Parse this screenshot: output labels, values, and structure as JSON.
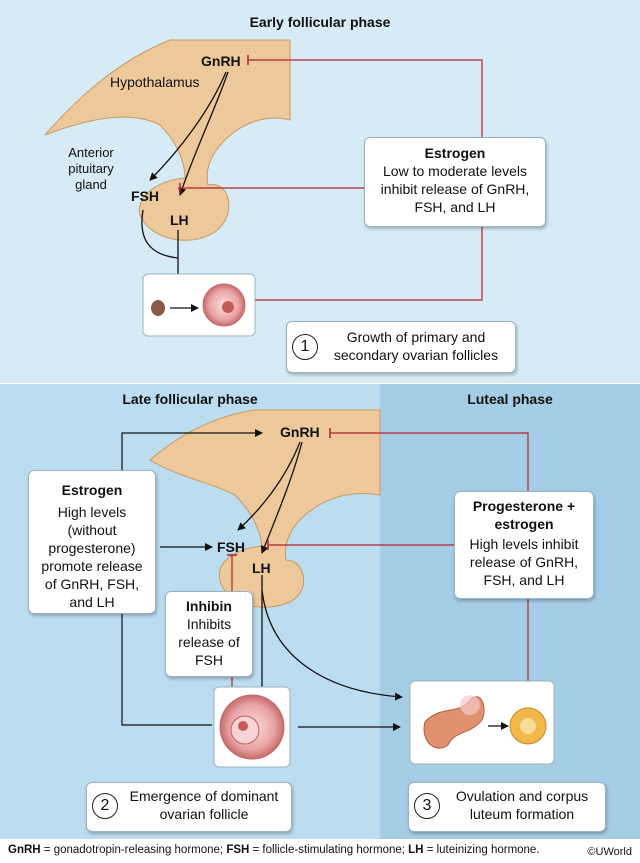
{
  "panels": {
    "early": {
      "title": "Early follicular phase",
      "gnrh": "GnRH",
      "hypothalamus": "Hypothalamus",
      "pituitary": "Anterior pituitary gland",
      "fsh": "FSH",
      "lh": "LH",
      "estrogen_title": "Estrogen",
      "estrogen_text": "Low to moderate levels inhibit release of GnRH, FSH, and LH",
      "step_number": "1",
      "step_text": "Growth of primary and secondary ovarian follicles"
    },
    "late": {
      "title": "Late follicular phase",
      "gnrh": "GnRH",
      "fsh": "FSH",
      "lh": "LH",
      "estrogen_title": "Estrogen",
      "estrogen_text": "High levels (without progesterone) promote release of GnRH, FSH, and LH",
      "inhibin_title": "Inhibin",
      "inhibin_text": "Inhibits release of FSH",
      "step_number": "2",
      "step_text": "Emergence of dominant ovarian follicle"
    },
    "luteal": {
      "title": "Luteal phase",
      "progest_title": "Progesterone + estrogen",
      "progest_text": "High levels inhibit release of GnRH, FSH, and LH",
      "step_number": "3",
      "step_text": "Ovulation and corpus luteum formation"
    }
  },
  "footer": {
    "gnrh_abbr": "GnRH",
    "gnrh_def": " = gonadotropin-releasing hormone; ",
    "fsh_abbr": "FSH",
    "fsh_def": " = follicle-stimulating hormone; ",
    "lh_abbr": "LH",
    "lh_def": " = luteinizing hormone.",
    "credit": "©UWorld"
  },
  "colors": {
    "early_bg": "#d6ebf5",
    "late_bg": "#bcdcef",
    "luteal_bg": "#a5cde6",
    "tissue": "#edc89b",
    "inhibit_line": "#b3232c",
    "stim_line": "#111111"
  }
}
